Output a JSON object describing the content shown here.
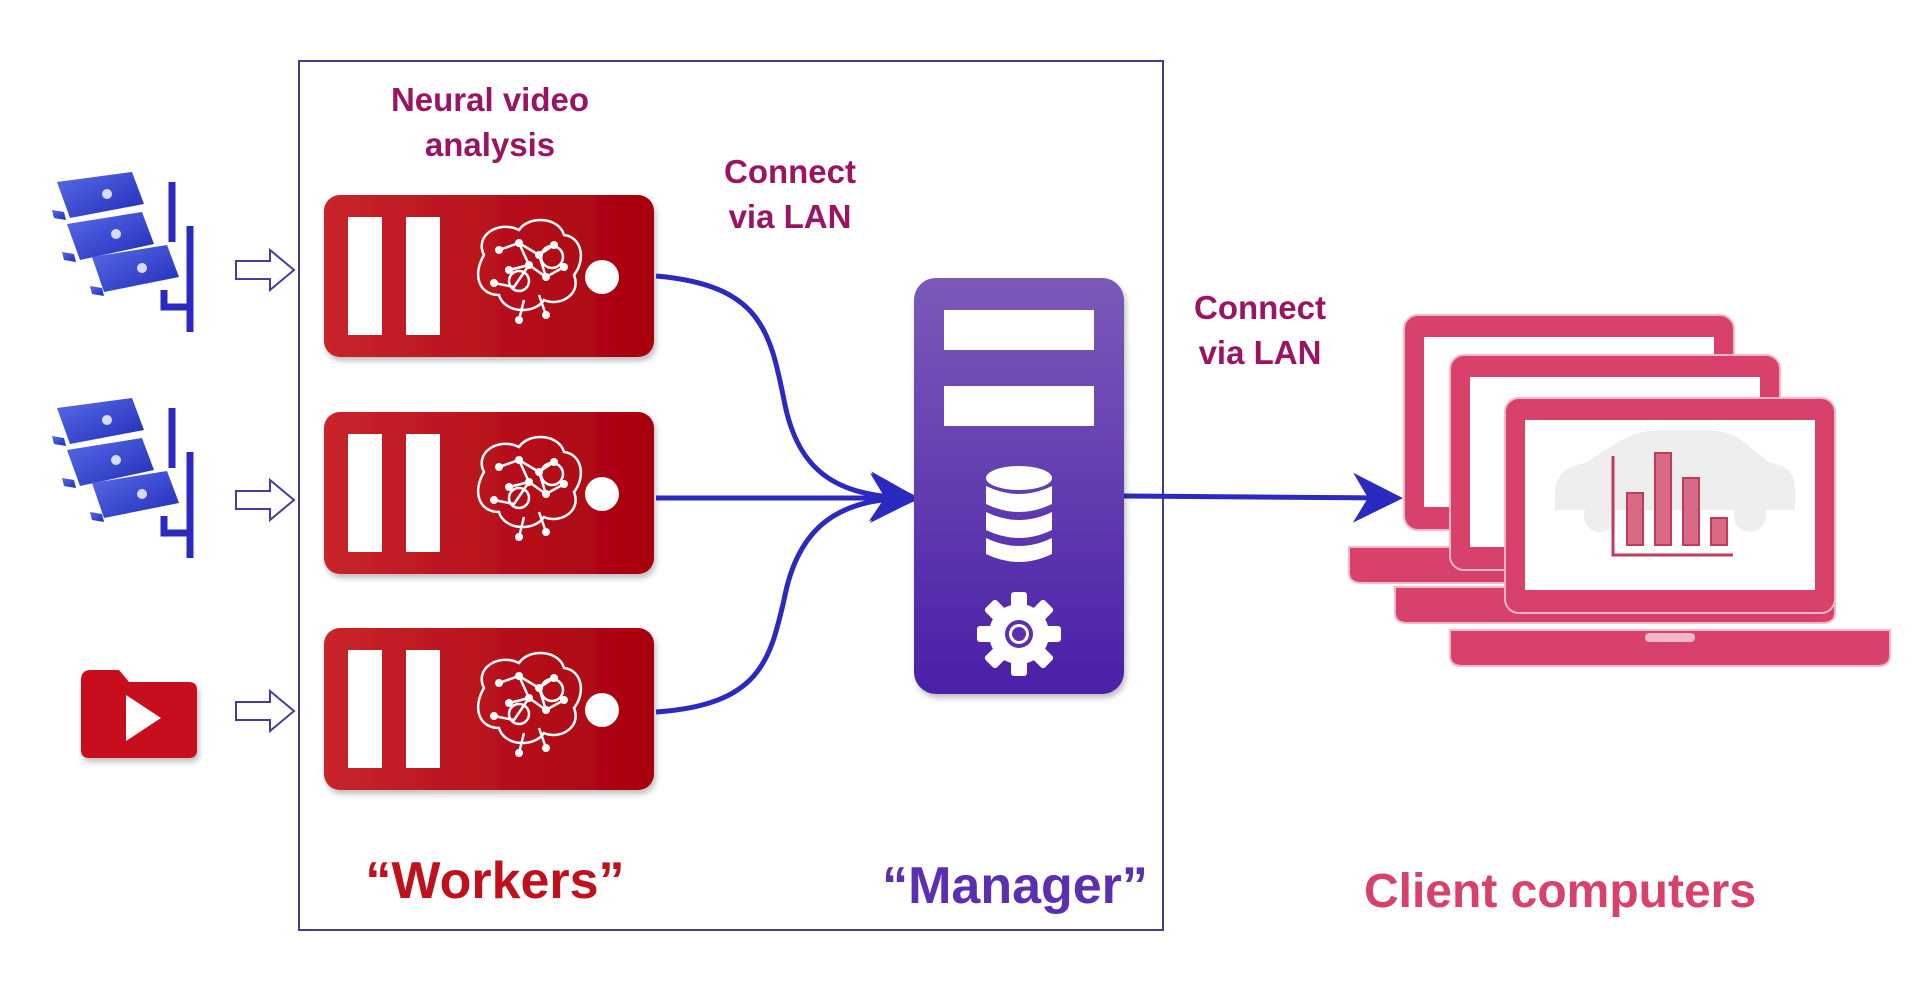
{
  "labels": {
    "neural_line1": "Neural video",
    "neural_line2": "analysis",
    "connect1_line1": "Connect",
    "connect1_line2": "via LAN",
    "connect2_line1": "Connect",
    "connect2_line2": "via LAN",
    "workers": "“Workers”",
    "manager": "“Manager”",
    "clients": "Client computers"
  },
  "colors": {
    "label_purple": "#9b1463",
    "worker_red": "#c0101c",
    "manager_purple": "#5b2fb0",
    "client_pink": "#d7416a",
    "link_blue": "#2a2ac0",
    "frame": "#4a3a8a"
  },
  "icons": {
    "cameras": "camera-icon",
    "video": "play-folder-icon",
    "worker": "neural-server-icon",
    "manager": "database-gear-server-icon",
    "client": "laptop-chart-icon"
  }
}
